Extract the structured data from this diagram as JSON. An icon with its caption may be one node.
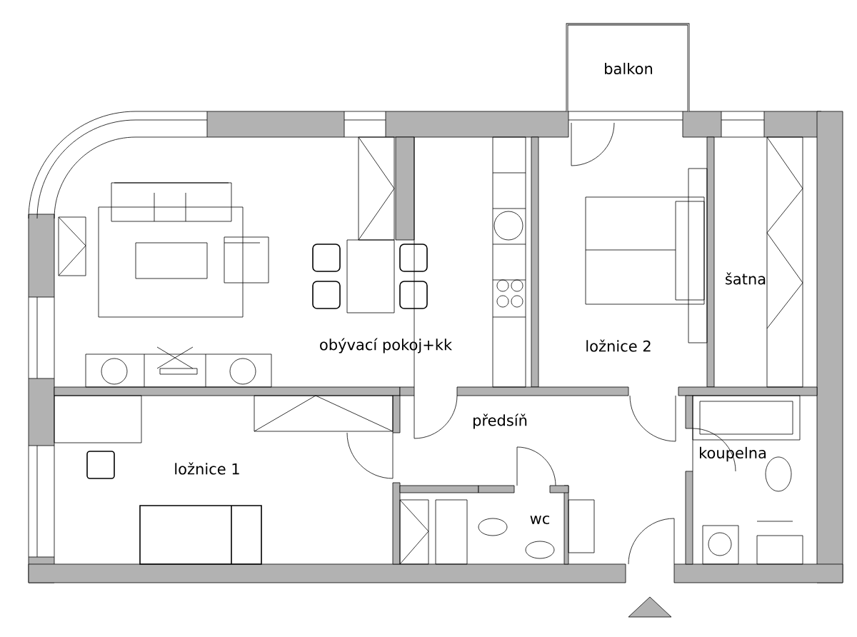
{
  "diagram": {
    "labels": [
      "balkon",
      "obývací pokoj+kk",
      "ložnice 2",
      "šatna",
      "předsíň",
      "ložnice 1",
      "koupelna",
      "wc"
    ]
  }
}
